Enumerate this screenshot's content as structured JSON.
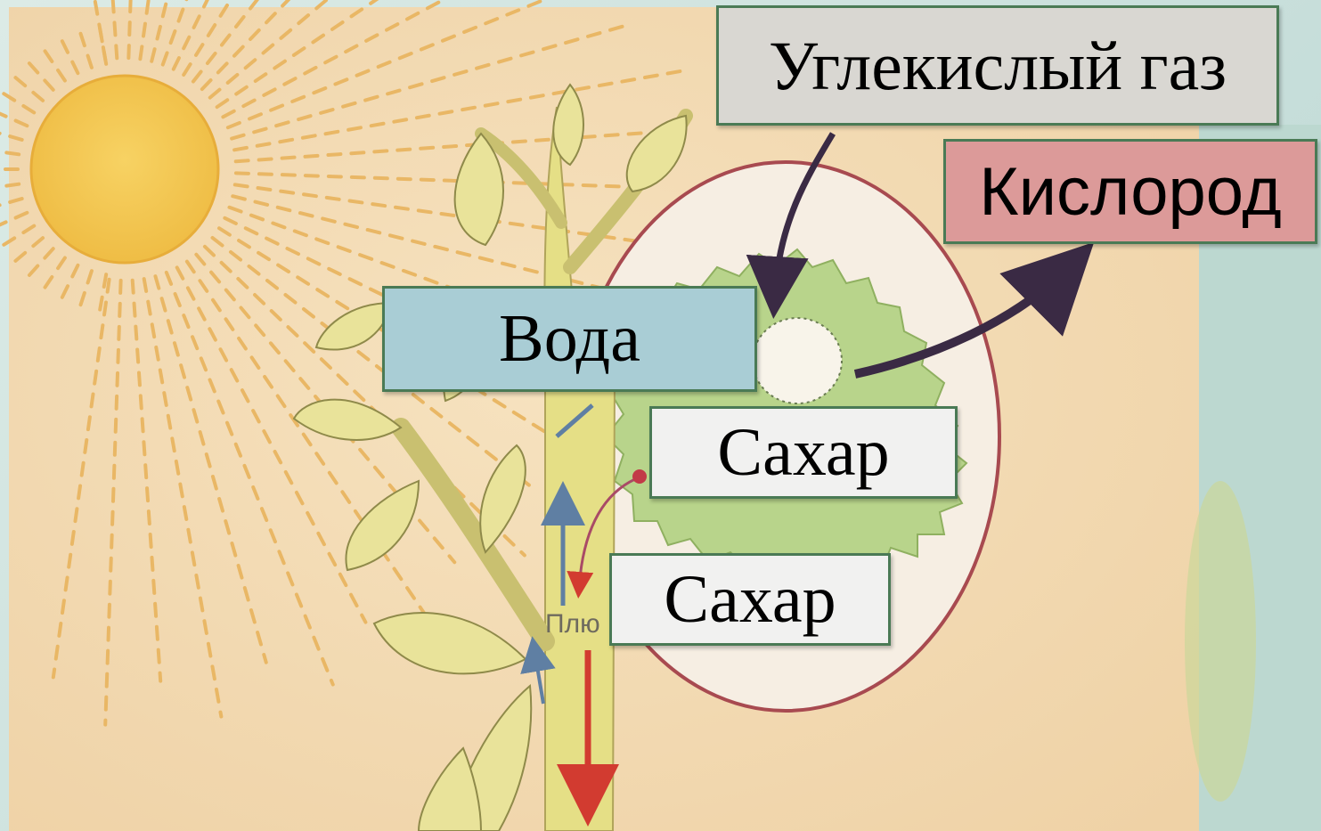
{
  "labels": {
    "carbon_dioxide": "Углекислый газ",
    "oxygen": "Кислород",
    "water": "Вода",
    "sugar_leaf": "Сахар",
    "sugar_stem": "Сахар"
  },
  "stem_partial_text": "Плю",
  "colors": {
    "paper": "#f4dcb6",
    "sun": "#f2c44e",
    "rays": "#e9b765",
    "leaf": "#b6d28a",
    "stem": "#e5df86",
    "circle": "#a84a50",
    "arrow": "#3a2a44",
    "red_arrow": "#d23b30",
    "label_border": "#4a7a55",
    "co2_fill": "#d9d7d2",
    "o2_fill": "#dc9a99",
    "water_fill": "#a9cdd5",
    "sugar_fill": "#f1f1f0"
  },
  "icons": [
    "sun-icon",
    "plant-icon",
    "leaf-icon",
    "arrow-icon"
  ]
}
